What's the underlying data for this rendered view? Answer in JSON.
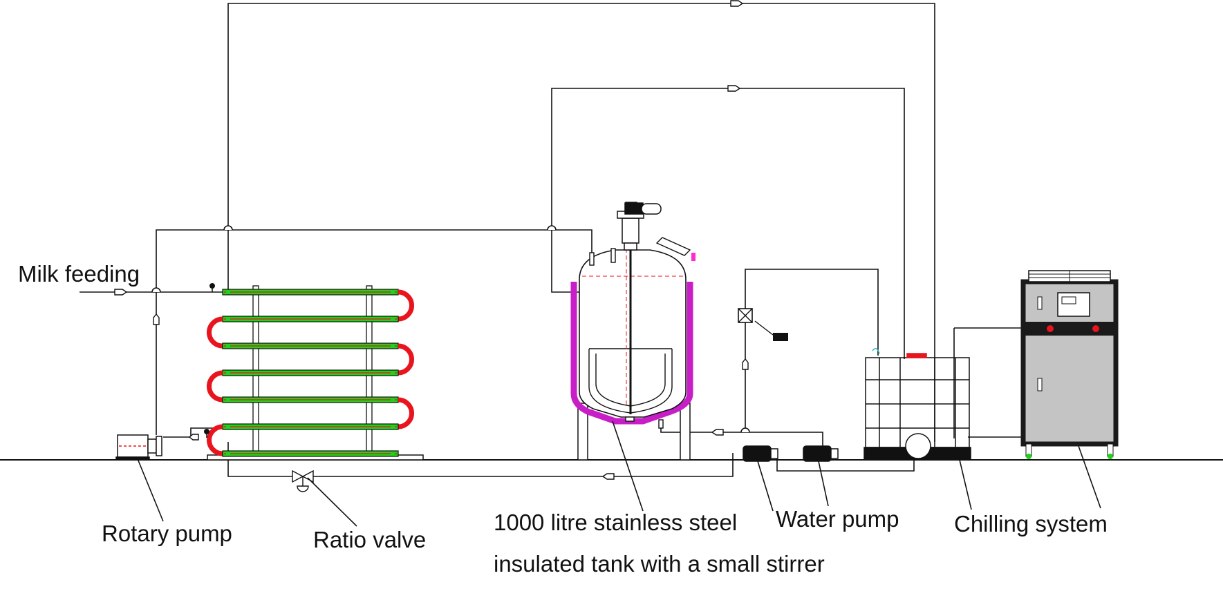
{
  "labels": {
    "milk_feeding": "Milk feeding",
    "rotary_pump": "Rotary pump",
    "ratio_valve": "Ratio valve",
    "tank_line1": "1000 litre stainless steel",
    "tank_line2": "insulated tank with a small stirrer",
    "water_pump": "Water pump",
    "chilling_system": "Chilling system"
  },
  "colors": {
    "line": "#111111",
    "coil_green": "#22d11e",
    "coil_red": "#e8141e",
    "jacket_magenta": "#c81ec8",
    "cabinet_gray": "#c4c4c4",
    "cabinet_dark": "#1a1a1a"
  }
}
